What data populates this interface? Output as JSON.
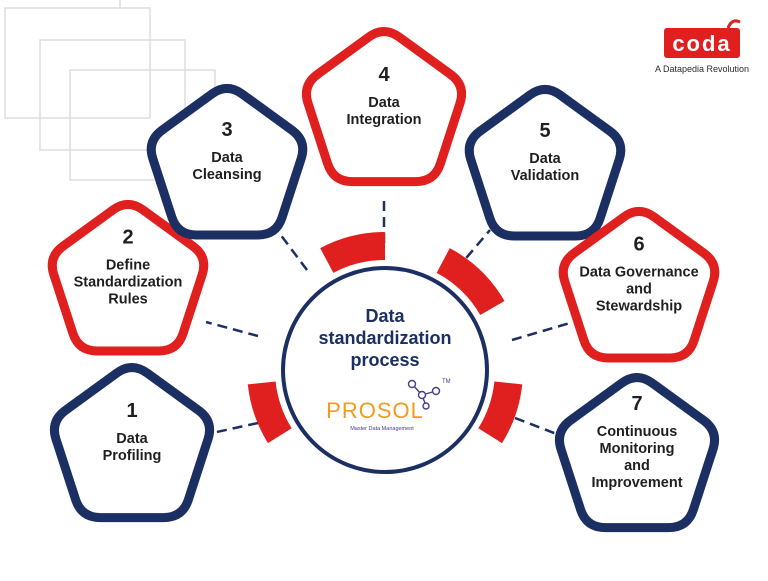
{
  "brand": {
    "logo_text": "coda",
    "tagline": "A Datapedia Revolution"
  },
  "center": {
    "title_lines": [
      "Data",
      "standardization",
      "process"
    ],
    "logo_text": "PROSOL",
    "logo_subtitle": "Master Data Management",
    "trademark": "TM"
  },
  "steps": [
    {
      "number": "1",
      "lines": [
        "Data",
        "Profiling"
      ],
      "color": "navy"
    },
    {
      "number": "2",
      "lines": [
        "Define",
        "Standardization",
        "Rules"
      ],
      "color": "red"
    },
    {
      "number": "3",
      "lines": [
        "Data",
        "Cleansing"
      ],
      "color": "navy"
    },
    {
      "number": "4",
      "lines": [
        "Data",
        "Integration"
      ],
      "color": "red"
    },
    {
      "number": "5",
      "lines": [
        "Data",
        "Validation"
      ],
      "color": "navy"
    },
    {
      "number": "6",
      "lines": [
        "Data Governance",
        "and",
        "Stewardship"
      ],
      "color": "red"
    },
    {
      "number": "7",
      "lines": [
        "Continuous",
        "Monitoring",
        "and",
        "Improvement"
      ],
      "color": "navy"
    }
  ],
  "colors": {
    "navy": "#1b2f63",
    "red": "#e0201f",
    "text": "#2b2b2b",
    "prosol_orange": "#f39a1e",
    "prosol_purple": "#4a3a8c"
  }
}
